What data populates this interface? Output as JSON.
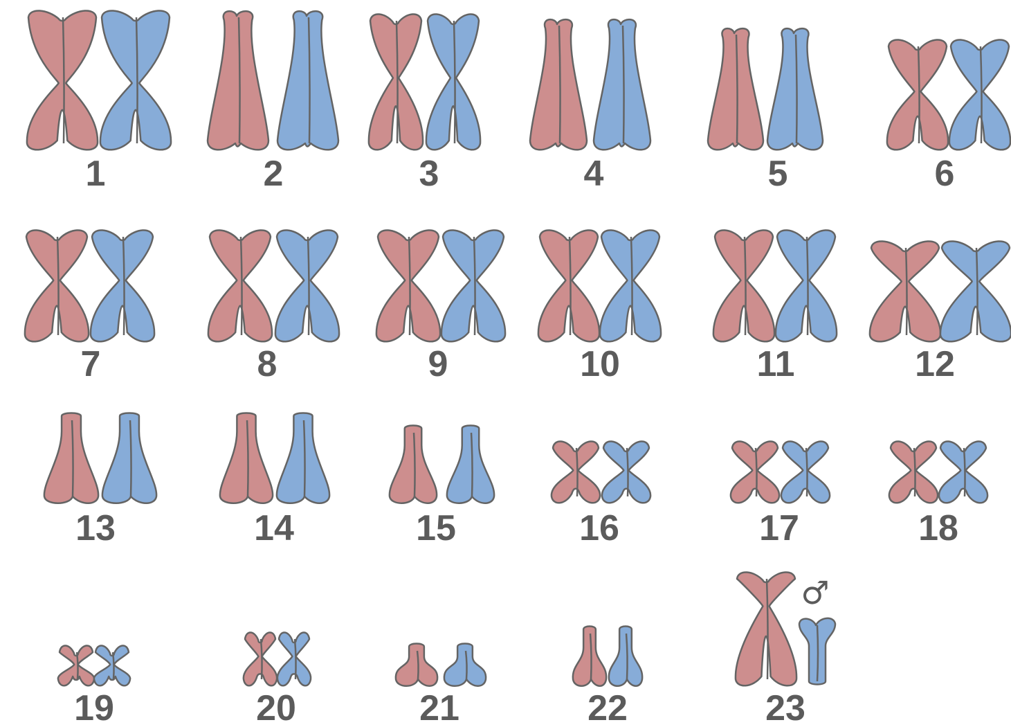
{
  "colors": {
    "maternal": "#cd8e8e",
    "paternal": "#87acd8",
    "outline": "#646464",
    "label": "#5b5b5b"
  },
  "sex_symbol": "♂",
  "chromosomes": [
    {
      "label": "1",
      "shape": "x"
    },
    {
      "label": "2",
      "shape": "sub"
    },
    {
      "label": "3",
      "shape": "x"
    },
    {
      "label": "4",
      "shape": "sub"
    },
    {
      "label": "5",
      "shape": "sub"
    },
    {
      "label": "6",
      "shape": "x"
    },
    {
      "label": "7",
      "shape": "x"
    },
    {
      "label": "8",
      "shape": "x"
    },
    {
      "label": "9",
      "shape": "x"
    },
    {
      "label": "10",
      "shape": "x"
    },
    {
      "label": "11",
      "shape": "x"
    },
    {
      "label": "12",
      "shape": "x"
    },
    {
      "label": "13",
      "shape": "acro"
    },
    {
      "label": "14",
      "shape": "acro"
    },
    {
      "label": "15",
      "shape": "acro"
    },
    {
      "label": "16",
      "shape": "x"
    },
    {
      "label": "17",
      "shape": "x"
    },
    {
      "label": "18",
      "shape": "x"
    },
    {
      "label": "19",
      "shape": "x"
    },
    {
      "label": "20",
      "shape": "x"
    },
    {
      "label": "21",
      "shape": "acro"
    },
    {
      "label": "22",
      "shape": "acro"
    },
    {
      "label": "23",
      "shape": "xy"
    }
  ]
}
